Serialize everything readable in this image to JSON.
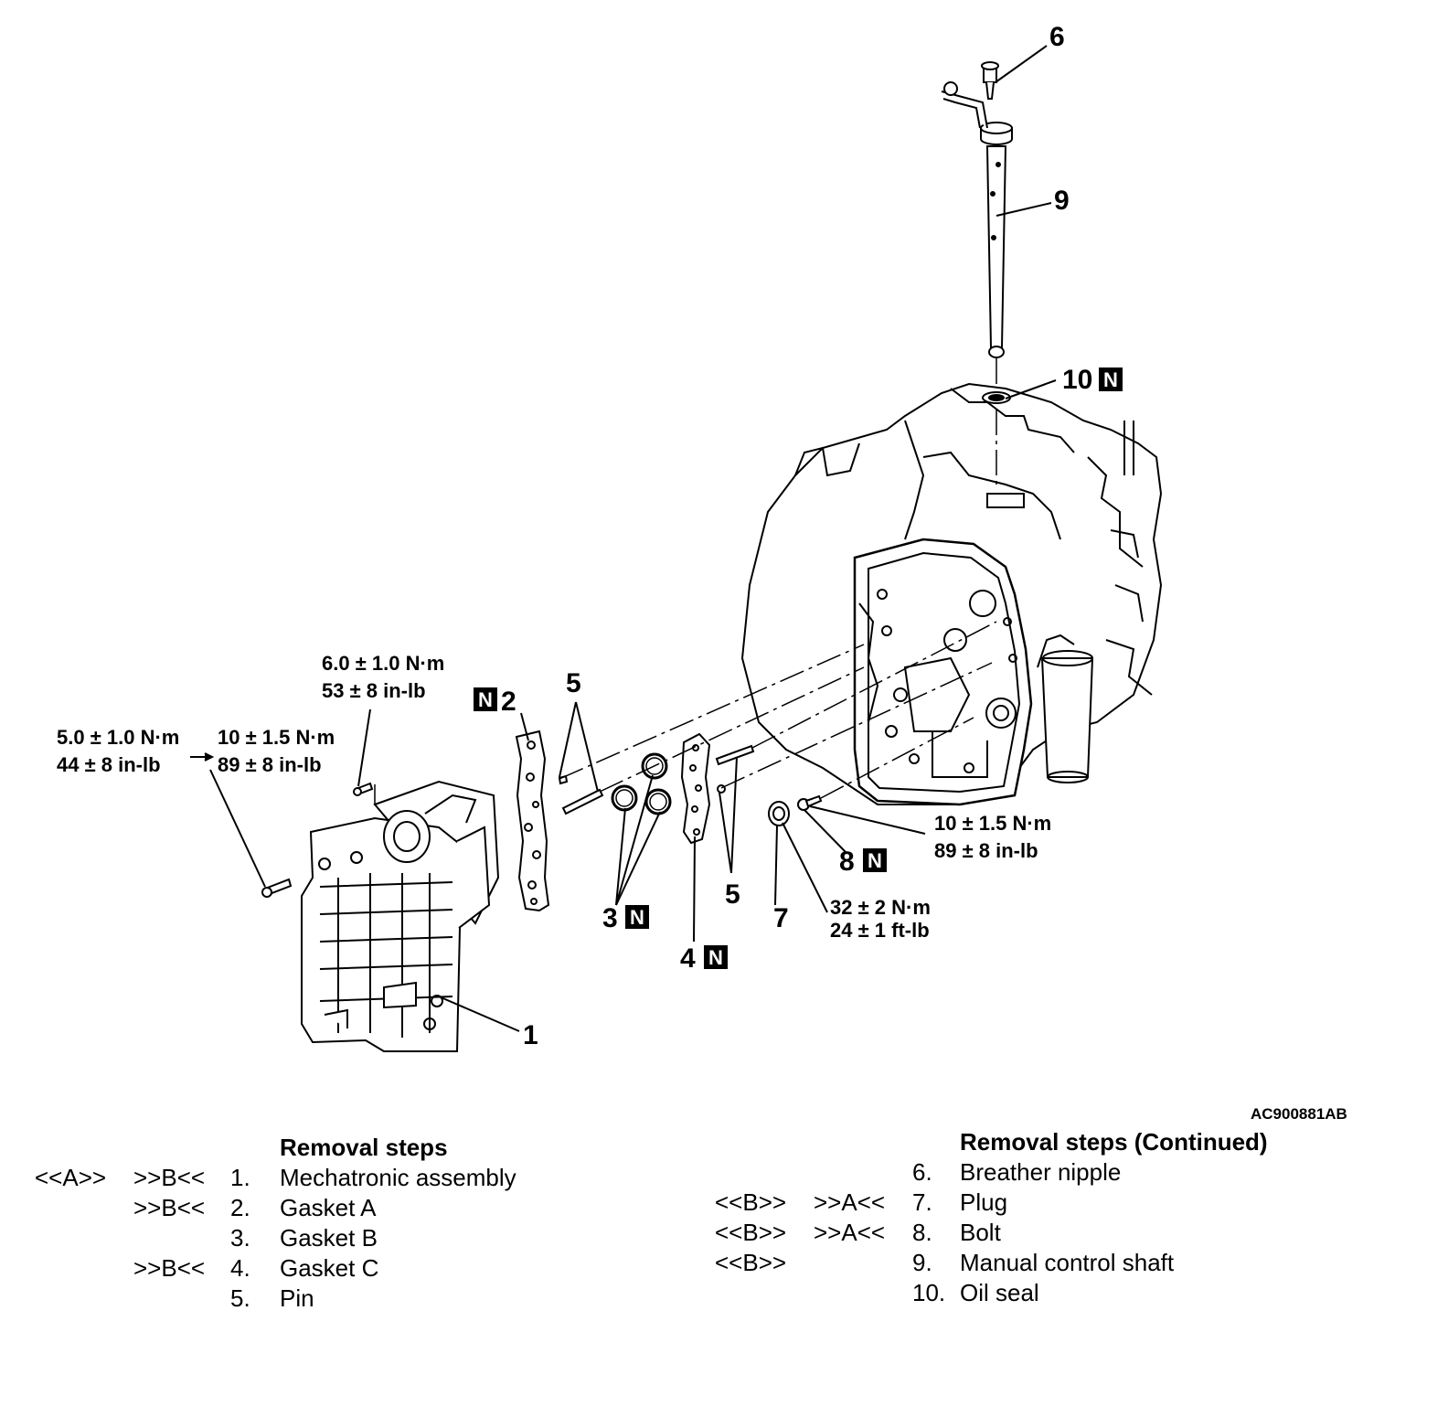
{
  "diagram": {
    "callouts": {
      "c1": "1",
      "c2": "2",
      "c3": "3",
      "c4": "4",
      "c5a": "5",
      "c5b": "5",
      "c6": "6",
      "c7": "7",
      "c8": "8",
      "c9": "9",
      "c10": "10"
    },
    "new_part_mark": "N",
    "torques": {
      "t_top_nm": "6.0 ± 1.0 N·m",
      "t_top_inlb": "53 ± 8 in-lb",
      "t_left1_nm": "5.0 ± 1.0 N·m",
      "t_left1_inlb": "44 ± 8 in-lb",
      "t_left2_nm": "10 ± 1.5 N·m",
      "t_left2_inlb": "89 ± 8 in-lb",
      "t_bolt_nm": "10 ± 1.5 N·m",
      "t_bolt_inlb": "89 ± 8 in-lb",
      "t_plug_nm": "32 ± 2 N·m",
      "t_plug_ftlb": "24 ± 1 ft-lb"
    },
    "figure_id": "AC900881AB"
  },
  "removal_steps": {
    "left": {
      "title": "Removal steps",
      "rows": [
        {
          "a": "<<A>>",
          "b": ">>B<<",
          "num": "1.",
          "name": "Mechatronic assembly"
        },
        {
          "a": "",
          "b": ">>B<<",
          "num": "2.",
          "name": "Gasket A"
        },
        {
          "a": "",
          "b": "",
          "num": "3.",
          "name": "Gasket B"
        },
        {
          "a": "",
          "b": ">>B<<",
          "num": "4.",
          "name": "Gasket C"
        },
        {
          "a": "",
          "b": "",
          "num": "5.",
          "name": "Pin"
        }
      ]
    },
    "right": {
      "title": "Removal steps (Continued)",
      "rows": [
        {
          "a": "",
          "b": "",
          "num": "6.",
          "name": "Breather nipple"
        },
        {
          "a": "<<B>>",
          "b": ">>A<<",
          "num": "7.",
          "name": "Plug"
        },
        {
          "a": "<<B>>",
          "b": ">>A<<",
          "num": "8.",
          "name": "Bolt"
        },
        {
          "a": "<<B>>",
          "b": "",
          "num": "9.",
          "name": "Manual control shaft"
        },
        {
          "a": "",
          "b": "",
          "num": "10.",
          "name": "Oil seal"
        }
      ]
    }
  }
}
